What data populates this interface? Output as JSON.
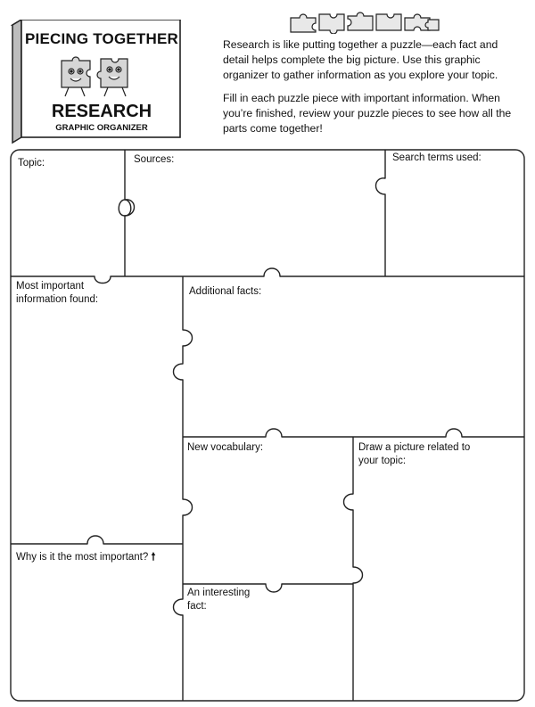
{
  "header": {
    "title_line1": "PIECING TOGETHER",
    "title_line2": "RESEARCH",
    "subtitle": "GRAPHIC ORGANIZER",
    "intro_p1": "Research is like putting together a puzzle—each fact and detail helps complete the big picture. Use this graphic organizer to gather information as you explore your topic.",
    "intro_p2": "Fill in each puzzle piece with important information. When you’re finished, review your puzzle pieces to see how all the parts come together!"
  },
  "pieces": {
    "topic": "Topic:",
    "sources": "Sources:",
    "search_terms": "Search terms used:",
    "most_important": "Most important information found:",
    "additional_facts": "Additional facts:",
    "new_vocabulary": "New vocabulary:",
    "draw_picture": "Draw a picture related to your topic:",
    "why_important": "Why is it the most important?",
    "interesting_fact": "An interesting fact:"
  },
  "icons": [
    "puzzle-box-icon",
    "puzzle-pieces-icon",
    "up-arrow-icon"
  ]
}
